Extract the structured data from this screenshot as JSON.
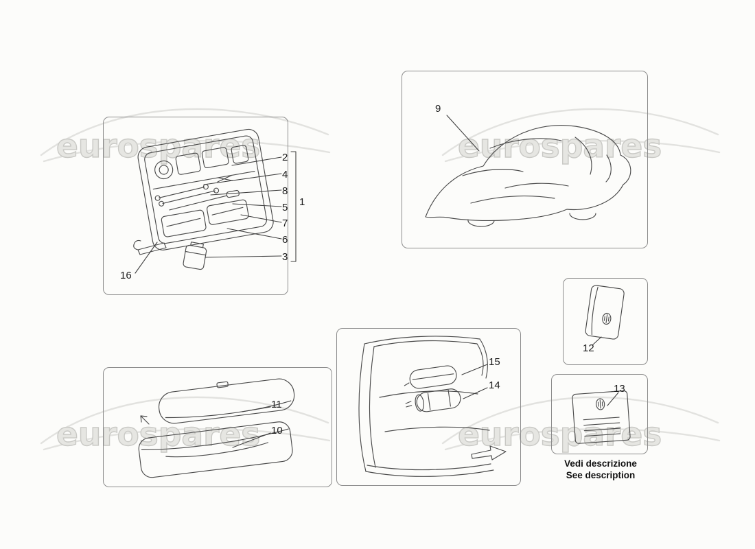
{
  "watermark": {
    "text": "eurospares"
  },
  "colors": {
    "background": "#fcfcfa",
    "panel_border": "#8c8c8c",
    "drawing_line": "#4a4a4a",
    "callout_text": "#1b1b1b",
    "watermark_fill": "#e6e6e2",
    "watermark_outline": "#c9c9c5",
    "swoosh": "#e2e2df"
  },
  "callouts": {
    "c1": "1",
    "c2": "2",
    "c3": "3",
    "c4": "4",
    "c5": "5",
    "c6": "6",
    "c7": "7",
    "c8": "8",
    "c9": "9",
    "c10": "10",
    "c11": "11",
    "c12": "12",
    "c13": "13",
    "c14": "14",
    "c15": "15",
    "c16": "16"
  },
  "notes": {
    "description_it": "Vedi descrizione",
    "description_en": "See description"
  }
}
